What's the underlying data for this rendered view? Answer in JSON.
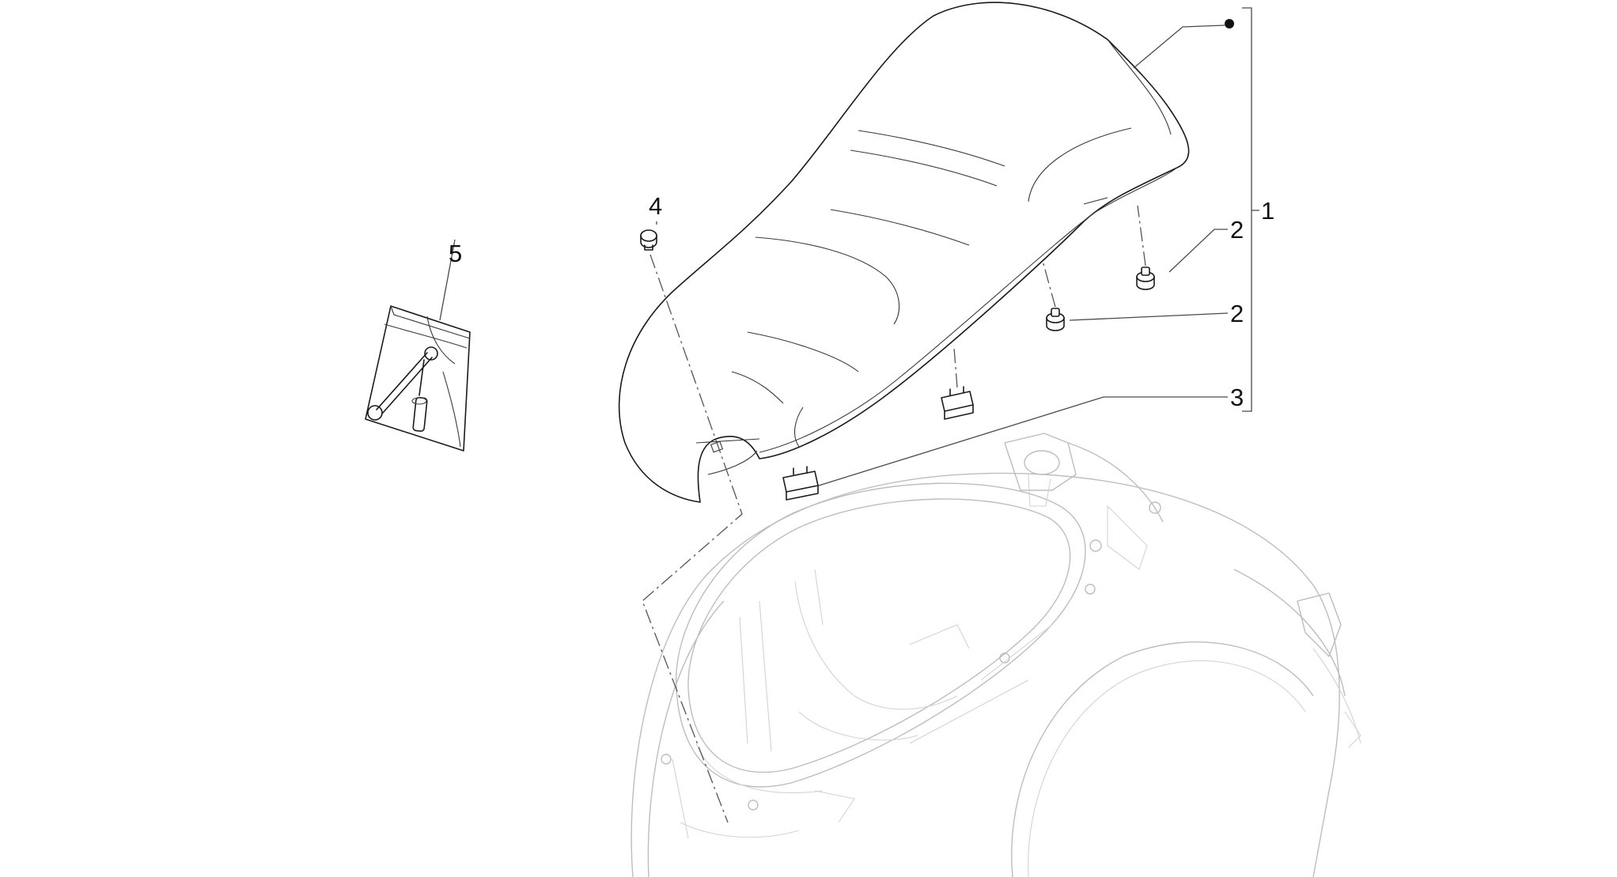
{
  "callouts": [
    {
      "id": "1",
      "label": "1"
    },
    {
      "id": "2a",
      "label": "2"
    },
    {
      "id": "2b",
      "label": "2"
    },
    {
      "id": "3",
      "label": "3"
    },
    {
      "id": "4",
      "label": "4"
    },
    {
      "id": "5",
      "label": "5"
    }
  ],
  "colors": {
    "line": "#1a1a1a",
    "ghost": "#bdbdbd",
    "background": "#ffffff"
  }
}
